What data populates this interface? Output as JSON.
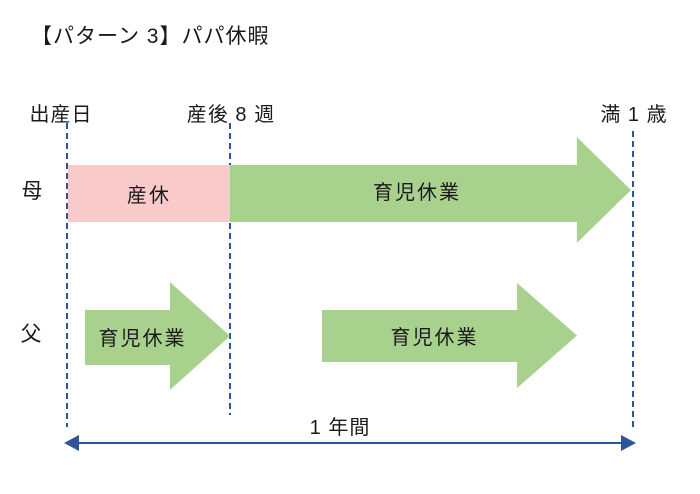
{
  "title": "【パターン 3】パパ休暇",
  "axis": {
    "milestones": [
      {
        "label": "出産日"
      },
      {
        "label": "産後 8 週"
      },
      {
        "label": "満 1 歳"
      }
    ],
    "duration_label": "1 年間"
  },
  "rows": [
    {
      "label": "母",
      "segments": [
        {
          "label": "産休",
          "kind": "box",
          "color_key": "pink"
        },
        {
          "label": "育児休業",
          "kind": "arrow",
          "color_key": "green"
        }
      ]
    },
    {
      "label": "父",
      "segments": [
        {
          "label": "育児休業",
          "kind": "arrow",
          "color_key": "green"
        },
        {
          "label": "育児休業",
          "kind": "arrow",
          "color_key": "green"
        }
      ]
    }
  ],
  "colors": {
    "pink": "#f8caca",
    "green": "#a9d18e",
    "blue": "#2e5596",
    "text": "#1a1a1a"
  }
}
